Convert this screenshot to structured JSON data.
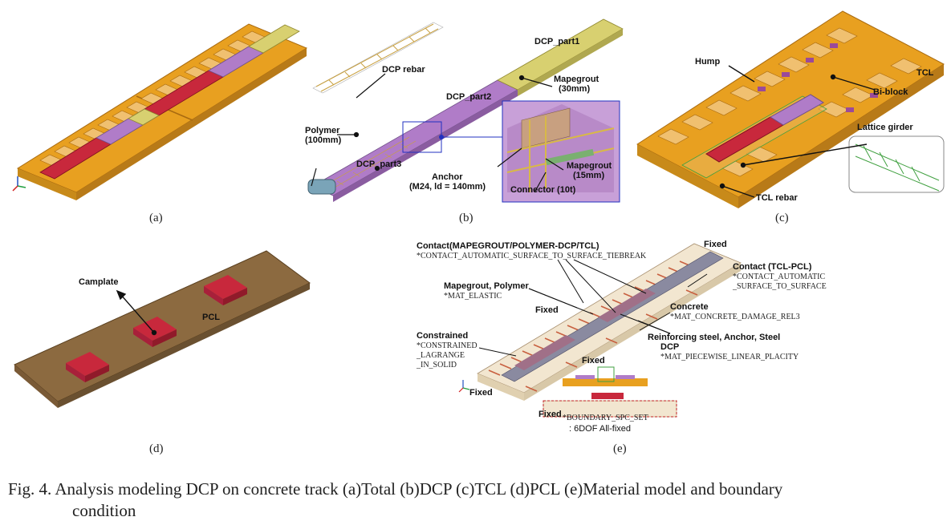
{
  "panels": {
    "a": {
      "label": "(a)"
    },
    "b": {
      "label": "(b)",
      "dcp_part1": "DCP_part1",
      "dcp_rebar": "DCP rebar",
      "dcp_part2": "DCP_part2",
      "mapegrout30_l1": "Mapegrout",
      "mapegrout30_l2": "(30mm)",
      "polymer_l1": "Polymer",
      "polymer_l2": "(100mm)",
      "dcp_part3": "DCP_part3",
      "anchor_l1": "Anchor",
      "anchor_l2": "(M24, ld = 140mm)",
      "mapegrout15_l1": "Mapegrout",
      "mapegrout15_l2": "(15mm)",
      "connector": "Connector (10t)"
    },
    "c": {
      "label": "(c)",
      "hump": "Hump",
      "tcl": "TCL",
      "biblock": "Bi-block",
      "lattice": "Lattice girder",
      "tcl_rebar": "TCL rebar"
    },
    "d": {
      "label": "(d)",
      "camplate": "Camplate",
      "pcl": "PCL"
    },
    "e": {
      "label": "(e)",
      "contact1_title": "Contact(MAPEGROUT/POLYMER-DCP/TCL)",
      "contact1_kw": "*CONTACT_AUTOMATIC_SURFACE_TO_SURFACE_TIEBREAK",
      "fixed_top": "Fixed",
      "contact2_title": "Contact (TCL-PCL)",
      "contact2_kw1": "*CONTACT_AUTOMATIC",
      "contact2_kw2": "_SURFACE_TO_SURFACE",
      "mape_title": "Mapegrout, Polymer",
      "mape_kw": "*MAT_ELASTIC",
      "fixed_mid": "Fixed",
      "concrete_title": "Concrete",
      "concrete_kw": "*MAT_CONCRETE_DAMAGE_REL3",
      "constrained_title": "Constrained",
      "constrained_kw1": "*CONSTRAINED",
      "constrained_kw2": "_LAGRANGE",
      "constrained_kw3": "_IN_SOLID",
      "reinf_title1": "Reinforcing steel, Anchor, Steel",
      "reinf_title2": "DCP",
      "reinf_kw": "*MAT_PIECEWISE_LINEAR_PLACITY",
      "fixed_bottom": "Fixed",
      "fixed_axis": "Fixed",
      "fixed_section": "Fixed",
      "boundary_kw": "*BOUNDARY_SPC_SET",
      "boundary_dof": ": 6DOF All-fixed"
    }
  },
  "caption": {
    "line1": "Fig. 4. Analysis modeling DCP on concrete track (a)Total (b)DCP (c)TCL (d)PCL (e)Material model and boundary",
    "line2": "condition"
  },
  "colors": {
    "orange": "#E8A020",
    "purple": "#B07CC8",
    "yellow": "#D8D070",
    "red": "#C8283C",
    "brown": "#8C6A40"
  }
}
